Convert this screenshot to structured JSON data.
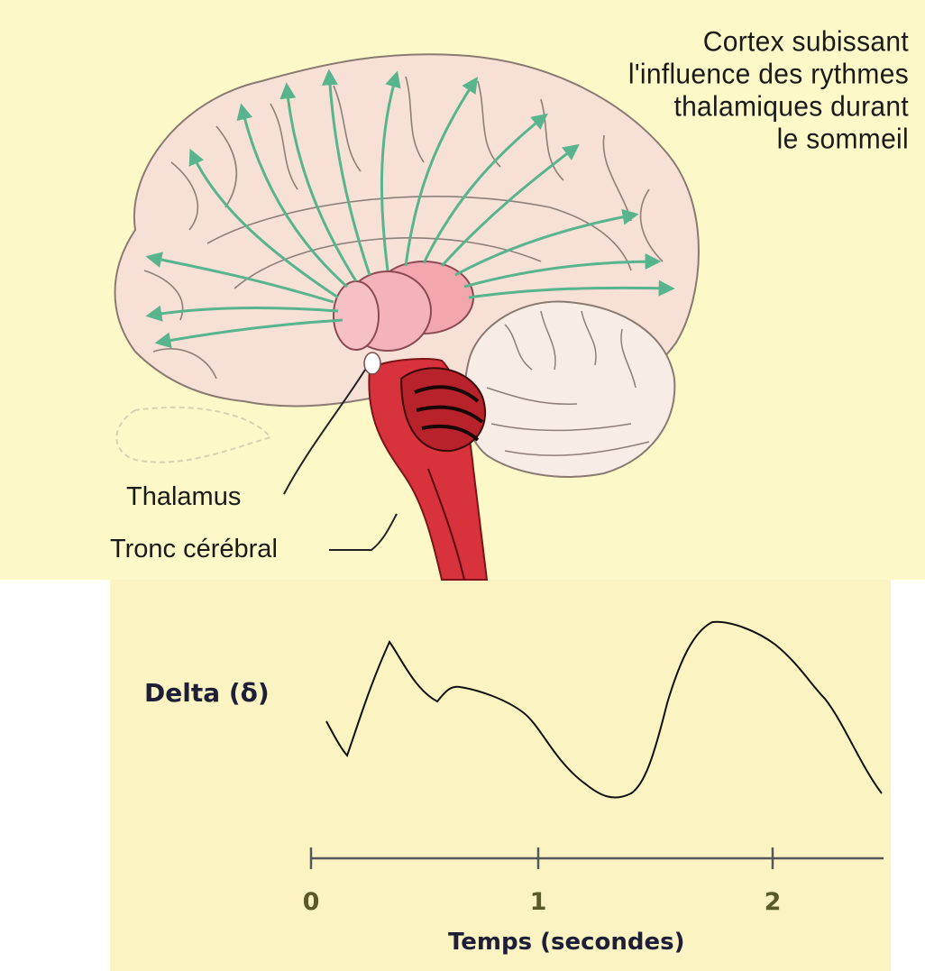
{
  "cortex_caption": {
    "lines": [
      "Cortex subissant",
      "l'influence des rythmes",
      "thalamiques durant",
      "le sommeil"
    ]
  },
  "labels": {
    "thalamus": "Thalamus",
    "brainstem": "Tronc cérébral"
  },
  "wave": {
    "label": "Delta (δ)",
    "x_axis_label": "Temps (secondes)",
    "ticks": [
      "0",
      "1",
      "2"
    ]
  },
  "colors": {
    "top_background": "#fdf8c8",
    "bottom_background": "#fbf4c2",
    "brain_fill": "#f7e0d6",
    "thalamus_fill": "#f2a6ad",
    "brainstem_fill": "#d8323c",
    "arrow_color": "#58b48c",
    "trace_color": "#111111"
  },
  "icons": {
    "projection": "arrow-icon"
  }
}
